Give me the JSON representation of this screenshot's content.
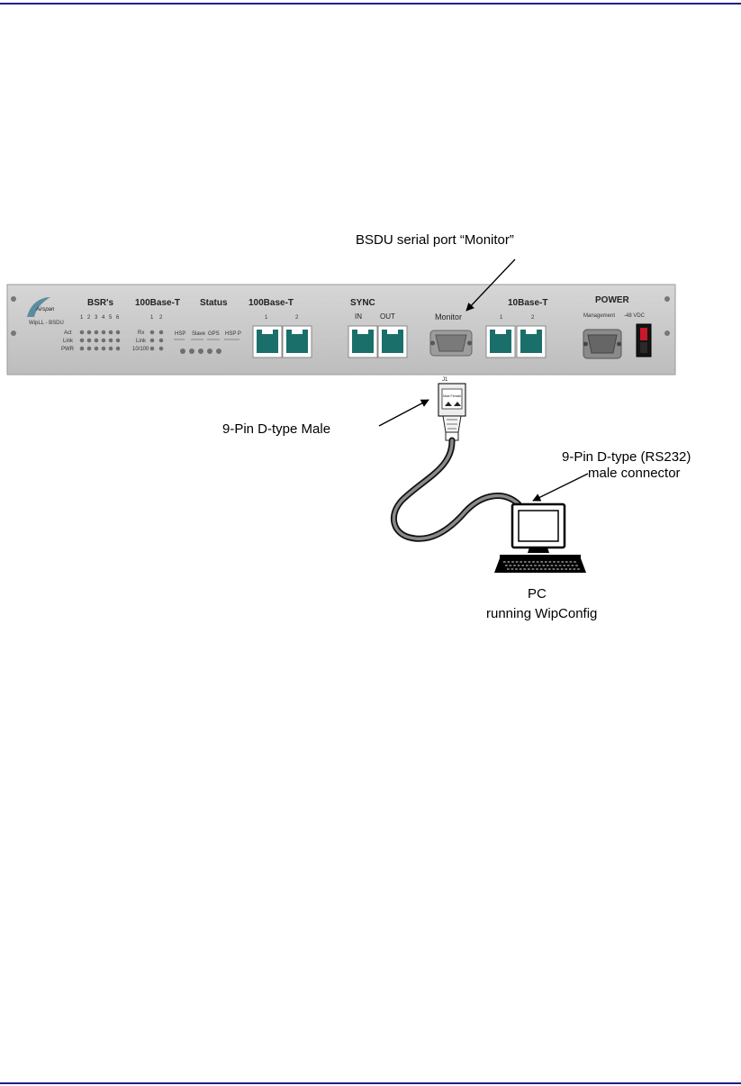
{
  "colors": {
    "rule": "#1f1f8f",
    "panel": "#c9c9c9",
    "port": "#1b6f6a",
    "led": "#6f6f6f"
  },
  "callouts": {
    "monitor_port": "BSDU serial port “Monitor”",
    "dtype_male": "9-Pin D-type Male",
    "rs232_line1": "9-Pin D-type (RS232)",
    "rs232_line2": "male connector",
    "pc_line1": "PC",
    "pc_line2": "running WipConfig"
  },
  "panel": {
    "brand": "Airspan",
    "model": "WipLL - BSDU",
    "bsrs": {
      "title": "BSR's",
      "nums": [
        "1",
        "2",
        "3",
        "4",
        "5",
        "6"
      ],
      "rows": [
        "Act",
        "Link",
        "PWR"
      ]
    },
    "base_left": {
      "title": "100Base-T",
      "nums": [
        "1",
        "2"
      ],
      "rows": [
        "Rx",
        "Link",
        "10/100"
      ]
    },
    "status": {
      "title": "Status",
      "labels": [
        "HSP",
        "Slave",
        "GPS",
        "HSP P"
      ]
    },
    "eth1": {
      "title": "100Base-T",
      "nums": [
        "1",
        "2"
      ]
    },
    "sync": {
      "title": "SYNC",
      "in": "IN",
      "out": "OUT"
    },
    "monitor": {
      "title": "Monitor"
    },
    "eth2": {
      "title": "10Base-T",
      "nums": [
        "1",
        "2"
      ]
    },
    "power": {
      "title": "POWER",
      "management": "Management",
      "vdc": "-48 VDC"
    }
  },
  "connector": {
    "label": "J1",
    "tag": "Male Female"
  }
}
